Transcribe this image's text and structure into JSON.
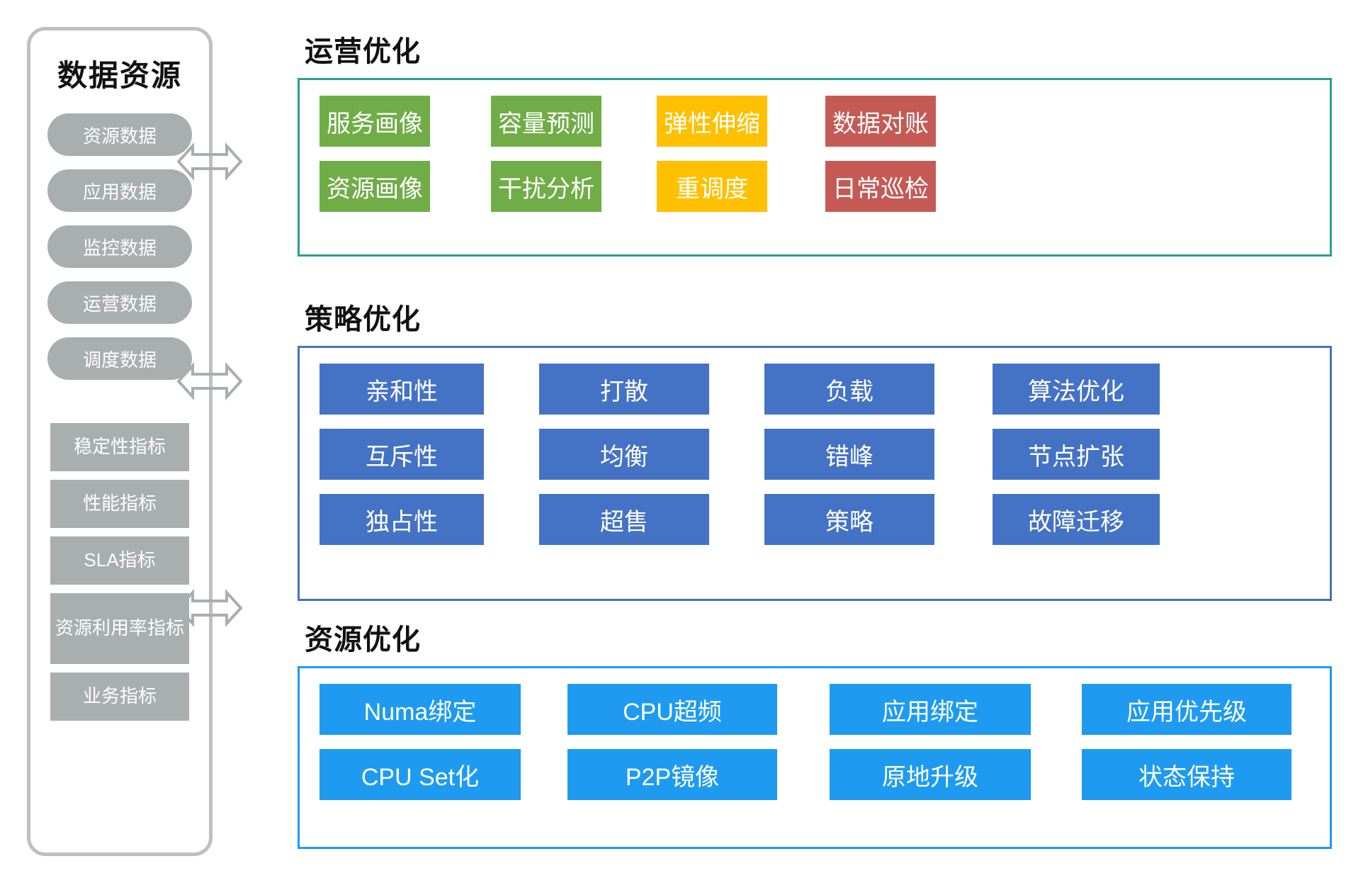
{
  "sidebar": {
    "title": "数据资源",
    "data_items": [
      "资源数据",
      "应用数据",
      "监控数据",
      "运营数据",
      "调度数据"
    ],
    "metric_items": [
      "稳定性指标",
      "性能指标",
      "SLA指标",
      "资源利用率指标",
      "业务指标"
    ],
    "item_color": "#a9aeae",
    "border_color": "#bfbfbf"
  },
  "arrows": {
    "icon": "double-headed-arrow",
    "color": "#a9aeae",
    "count": 3
  },
  "sections": [
    {
      "id": "operations",
      "title": "运营优化",
      "border_color": "#2aa08d",
      "columns": [
        {
          "color": "#70ad47",
          "items": [
            "服务画像",
            "资源画像"
          ]
        },
        {
          "color": "#70ad47",
          "items": [
            "容量预测",
            "干扰分析"
          ]
        },
        {
          "color": "#ffc000",
          "items": [
            "弹性伸缩",
            "重调度"
          ]
        },
        {
          "color": "#c55a54",
          "items": [
            "数据对账",
            "日常巡检"
          ]
        }
      ]
    },
    {
      "id": "strategy",
      "title": "策略优化",
      "border_color": "#4472c4",
      "columns": [
        {
          "color": "#4472c4",
          "items": [
            "亲和性",
            "互斥性",
            "独占性"
          ]
        },
        {
          "color": "#4472c4",
          "items": [
            "打散",
            "均衡",
            "超售"
          ]
        },
        {
          "color": "#4472c4",
          "items": [
            "负载",
            "错峰",
            "策略"
          ]
        },
        {
          "color": "#4472c4",
          "items": [
            "算法优化",
            "节点扩张",
            "故障迁移"
          ]
        }
      ]
    },
    {
      "id": "resource",
      "title": "资源优化",
      "border_color": "#1e9bf0",
      "columns": [
        {
          "color": "#1e9bf0",
          "items": [
            "Numa绑定",
            "CPU Set化"
          ]
        },
        {
          "color": "#1e9bf0",
          "items": [
            "CPU超频",
            "P2P镜像"
          ]
        },
        {
          "color": "#1e9bf0",
          "items": [
            "应用绑定",
            "原地升级"
          ]
        },
        {
          "color": "#1e9bf0",
          "items": [
            "应用优先级",
            "状态保持"
          ]
        }
      ]
    }
  ]
}
